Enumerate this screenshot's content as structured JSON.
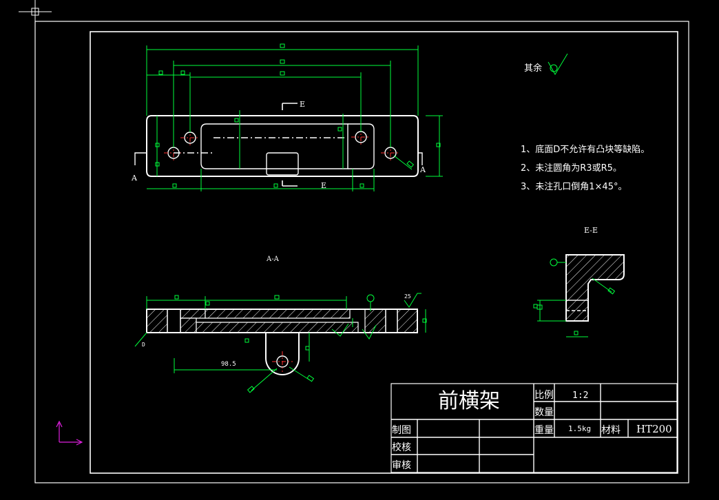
{
  "title_block": {
    "part_name": "前横架",
    "scale_label": "比例",
    "scale_value": "1:2",
    "quantity_label": "数量",
    "weight_label": "重量",
    "weight_value": "1.5kg",
    "material_label": "材料",
    "material_value": "HT200",
    "drawn_label": "制图",
    "checked_label": "校核",
    "approved_label": "审核"
  },
  "surface": {
    "label": "其余"
  },
  "notes": [
    "1、底面D不允许有凸块等缺陷。",
    "2、未注圆角为R3或R5。",
    "3、未注孔口倒角1×45°。"
  ],
  "views": {
    "section_a_left": "A",
    "section_a_right": "A",
    "section_e_top": "E",
    "section_e_bottom": "E",
    "view_aa_title": "A-A",
    "view_ee_title": "E-E"
  },
  "dimensions": {
    "dim_985": "98.5",
    "roughness_25": "25",
    "d_label": "D"
  },
  "colors": {
    "background": "#000000",
    "geometry": "#ffffff",
    "dimension": "#00ff3c",
    "centerline": "#ff3030",
    "ucs": "#e020e0"
  }
}
